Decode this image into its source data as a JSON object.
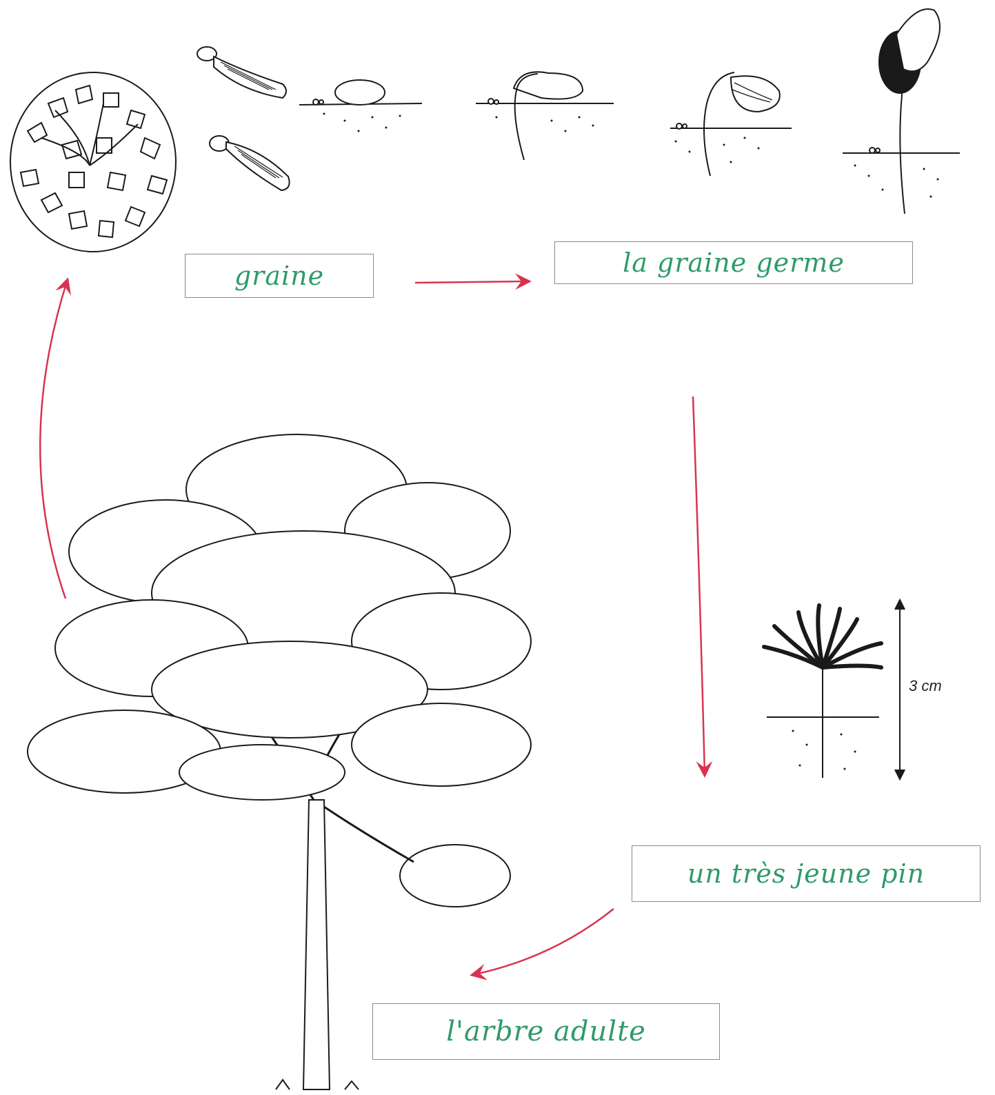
{
  "labels": {
    "seed": "graine",
    "germinating": "la graine germe",
    "young_pine": "un très jeune pin",
    "adult_tree": "l'arbre adulte"
  },
  "scale": {
    "height_text": "3 cm"
  },
  "colors": {
    "label_text": "#2f9a6a",
    "arrow": "#d8344f",
    "ink": "#1a1a1a",
    "box_border": "#8a8a8a"
  },
  "icons": [
    "pine-cone-icon",
    "winged-seed-icon",
    "germinating-seed-icon",
    "seedling-icon",
    "young-pine-icon",
    "adult-tree-icon"
  ]
}
